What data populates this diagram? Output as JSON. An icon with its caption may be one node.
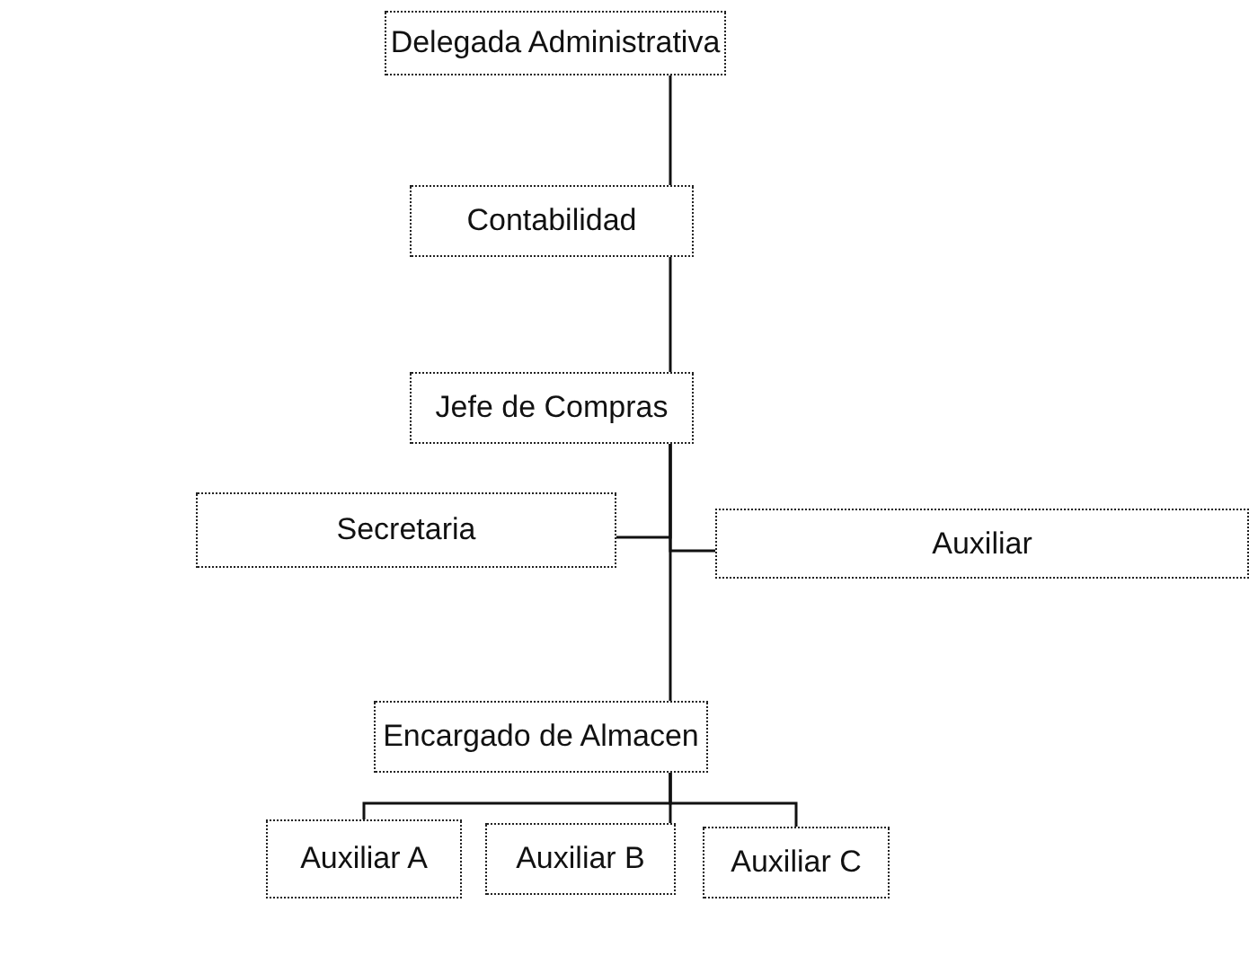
{
  "diagram": {
    "nodes": [
      {
        "text": [
          "Delegada Administrativa"
        ]
      },
      {
        "text": [
          "Contabilidad"
        ]
      },
      {
        "text": [
          "Jefe de Compras"
        ]
      },
      {
        "text": [
          "Secretaria"
        ]
      },
      {
        "text": [
          "Auxiliar"
        ]
      },
      {
        "text": [
          "Encargado de Almacen"
        ]
      },
      {
        "text": [
          "Auxiliar A"
        ]
      },
      {
        "text": [
          "Auxiliar B"
        ]
      },
      {
        "text": [
          "Auxiliar C"
        ]
      }
    ],
    "edges": [
      {
        "from": 0,
        "to": 1,
        "arrow": "none"
      },
      {
        "from": 1,
        "to": 2,
        "arrow": "none"
      },
      {
        "from": 2,
        "to": 3,
        "arrow": "none"
      },
      {
        "from": 2,
        "to": 4,
        "arrow": "none"
      },
      {
        "from": 2,
        "to": 5,
        "arrow": "none"
      },
      {
        "from": 5,
        "to": 6,
        "arrow": "none"
      },
      {
        "from": 5,
        "to": 7,
        "arrow": "none"
      },
      {
        "from": 5,
        "to": 8,
        "arrow": "none"
      }
    ]
  }
}
